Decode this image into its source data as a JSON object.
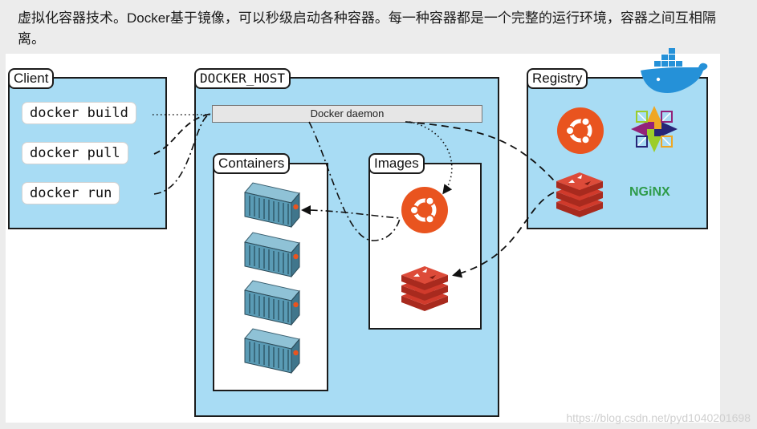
{
  "intro_text": "虚拟化容器技术。Docker基于镜像，可以秒级启动各种容器。每一种容器都是一个完整的运行环境，容器之间互相隔离。",
  "client": {
    "title": "Client",
    "commands": [
      "docker build",
      "docker pull",
      "docker run"
    ]
  },
  "host": {
    "title": "DOCKER_HOST",
    "daemon": "Docker daemon",
    "containers_title": "Containers",
    "images_title": "Images"
  },
  "registry": {
    "title": "Registry",
    "nginx": "NGiNX"
  },
  "watermark": "https://blog.csdn.net/pyd1040201698",
  "colors": {
    "panel": "#a8dcf4",
    "ubuntu": "#e9541f",
    "redis": "#d03a2b",
    "nginx": "#2e9b4a",
    "container": "#5a9bb5"
  },
  "icons": [
    "docker-whale-icon",
    "ubuntu-icon",
    "centos-icon",
    "redis-icon",
    "nginx-logo",
    "container-icon"
  ]
}
